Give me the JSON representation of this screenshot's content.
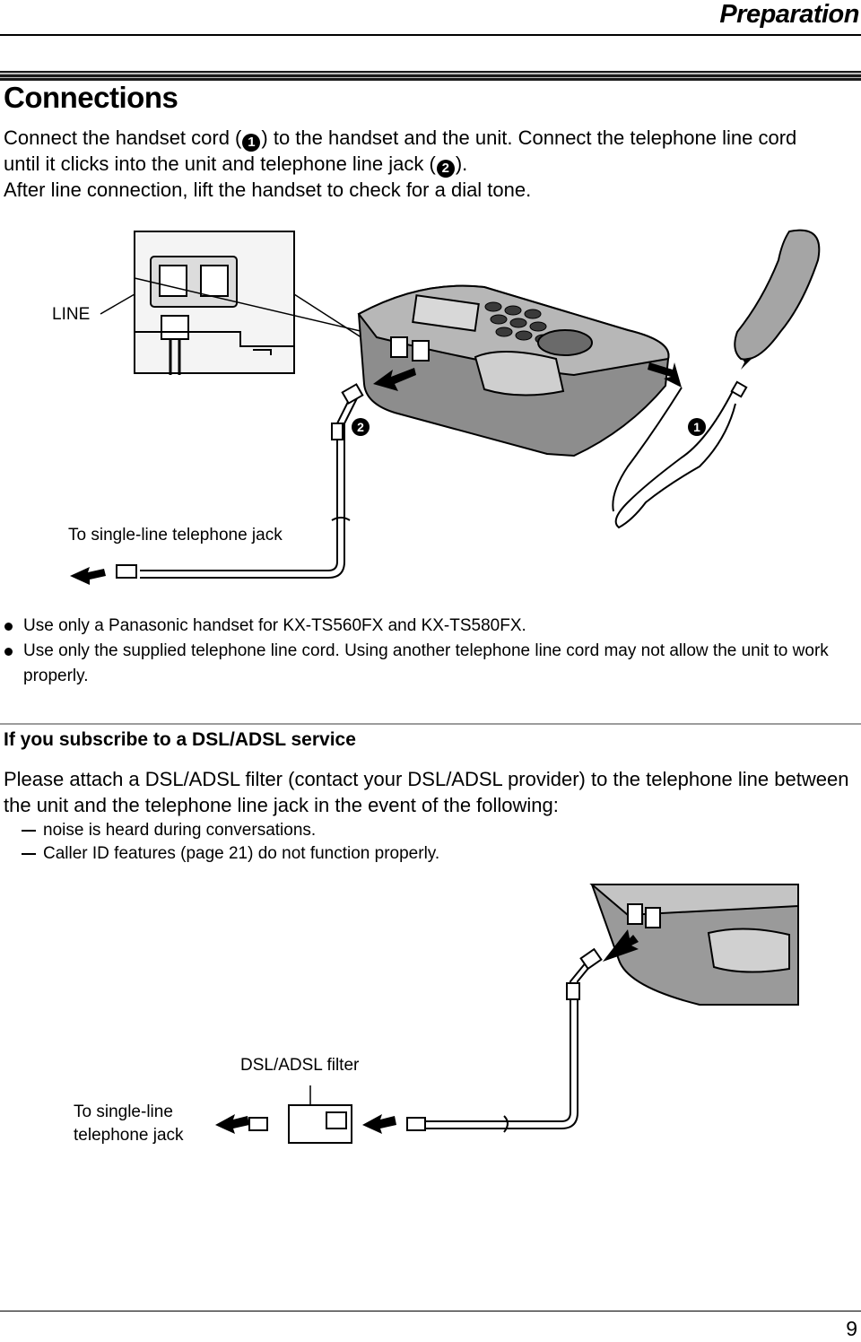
{
  "header": {
    "section": "Preparation"
  },
  "title": "Connections",
  "intro": {
    "line1_a": "Connect the handset cord (",
    "line1_b": ") to the handset and the unit. Connect the telephone line cord",
    "line2_a": "until it clicks into the unit and telephone line jack (",
    "line2_b": ").",
    "line3": "After line connection, lift the handset to check for a dial tone.",
    "marker1": "1",
    "marker2": "2"
  },
  "diagram1": {
    "line_label": "LINE",
    "jack_label": "To single-line telephone jack",
    "marker1": "1",
    "marker2": "2"
  },
  "bullets": [
    "Use only a Panasonic handset for KX-TS560FX and KX-TS580FX.",
    "Use only the supplied telephone line cord. Using another telephone line cord may not allow the unit to work properly."
  ],
  "dsl": {
    "heading": "If you subscribe to a DSL/ADSL service",
    "text": "Please attach a DSL/ADSL filter (contact your DSL/ADSL provider) to the telephone line between the unit and the telephone line jack in the event of the following:",
    "items": [
      "noise is heard during conversations.",
      "Caller ID features (page 21) do not function properly."
    ]
  },
  "diagram2": {
    "filter_label": "DSL/ADSL filter",
    "jack_label": "To single-line telephone jack"
  },
  "footer": {
    "page": "9"
  }
}
